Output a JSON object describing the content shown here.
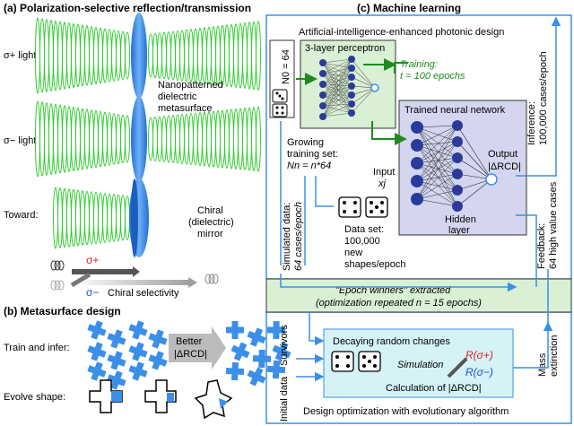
{
  "panel_a": {
    "title": "(a)  Polarization-selective reflection/transmission",
    "row1_label": "σ+ light",
    "row2_label": "σ− light",
    "row3_label": "Toward:",
    "metasurface_label": [
      "Nanopatterned",
      "dielectric",
      "metasurface"
    ],
    "mirror_label": [
      "Chiral",
      "(dielectric)",
      "mirror"
    ],
    "sigma_plus": "σ+",
    "sigma_minus": "σ−",
    "chiral_selectivity": "Chiral selectivity",
    "colors": {
      "beam": "#33cc33",
      "disc": "#3b8fe8"
    }
  },
  "panel_b": {
    "title": "(b) Metasurface design",
    "train_label": "Train and infer:",
    "evolve_label": "Evolve shape:",
    "better": "Better",
    "delta_rcd": "|ΔRCD|"
  },
  "panel_c": {
    "title": "(c)  Machine learning",
    "ai_label": "Artificial-intelligence-enhanced photonic design",
    "perceptron": "3-layer perceptron",
    "n0": "N0 = 64",
    "training_line1": "Training:",
    "training_line2": "t = 100 epochs",
    "trained_network": "Trained neural network",
    "output": "Output",
    "output_value": "|ΔRCD|",
    "hidden_line1": "Hidden",
    "hidden_line2": "layer",
    "growing": [
      "Growing",
      "training set:",
      "Nn = n*64"
    ],
    "input": "Input",
    "input_var": "xj",
    "dataset": [
      "Data set:",
      "100,000",
      "new",
      "shapes/epoch"
    ],
    "simulated": [
      "Simulated data:",
      "64 cases/epoch"
    ],
    "inference": [
      "Inference:",
      "100,000 cases/epoch"
    ],
    "feedback": [
      "Feedback:",
      "64 high value cases"
    ],
    "mass_extinction": [
      "Mass",
      "extinction"
    ],
    "survivors": "Survivors",
    "initial_data": "Initial data",
    "epoch_winners": "\"Epoch winners\" extracted",
    "repeated": "(optimization repeated n = 15 epochs)",
    "decaying": "Decaying random changes",
    "simulation": "Simulation",
    "r_plus": "R(σ+)",
    "r_minus": "R(σ−)",
    "calculation": "Calculation of |ΔRCD|",
    "design_optimization": "Design optimization with evolutionary algorithm",
    "colors": {
      "perceptron_bg": "#d9f0d5",
      "trained_bg": "#d3d6ee",
      "sim_bg": "#d5f2f7",
      "flow": "#3b8fe8",
      "training": "#1e8a1e"
    }
  }
}
